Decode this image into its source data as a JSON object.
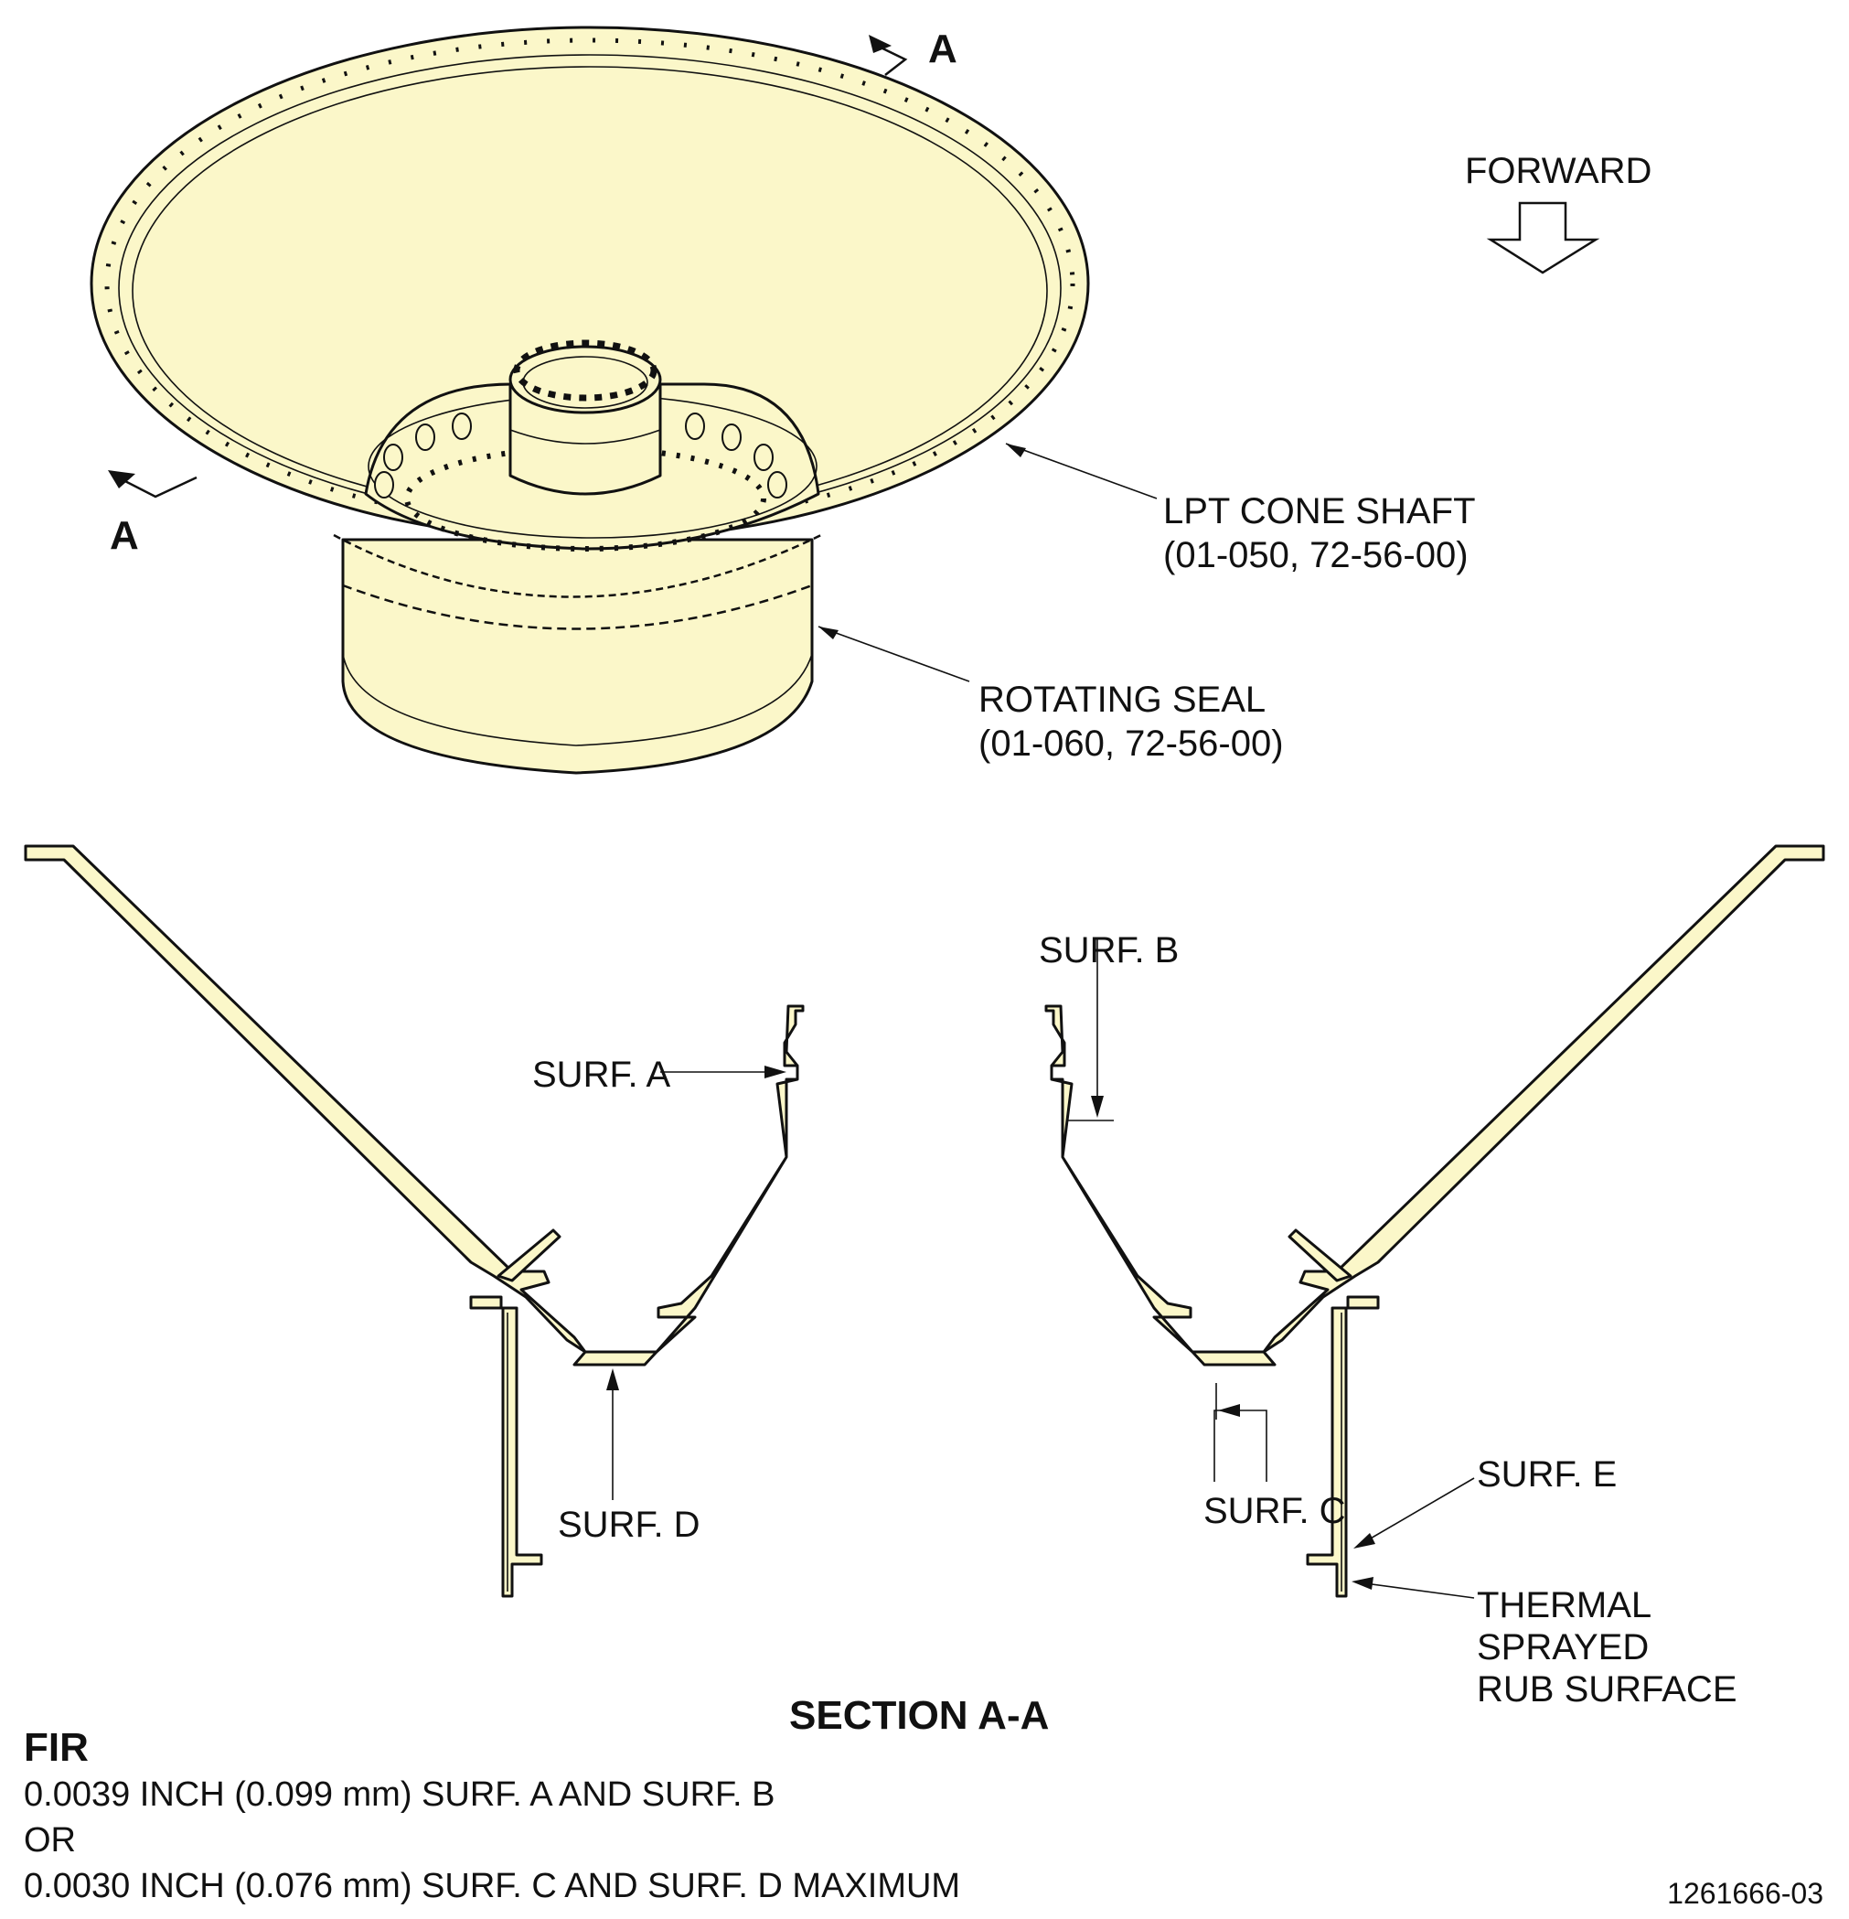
{
  "section_marker": "A",
  "forward_label": "FORWARD",
  "parts": {
    "cone_shaft_name": "LPT CONE SHAFT",
    "cone_shaft_ref": "(01-050, 72-56-00)",
    "rotating_seal_name": "ROTATING SEAL",
    "rotating_seal_ref": "(01-060, 72-56-00)"
  },
  "surfaces": {
    "a": "SURF. A",
    "b": "SURF. B",
    "c": "SURF. C",
    "d": "SURF. D",
    "e": "SURF. E"
  },
  "rub_surface": [
    "THERMAL",
    "SPRAYED",
    "RUB SURFACE"
  ],
  "section_title": "SECTION A-A",
  "notes": {
    "heading": "FIR",
    "lines": [
      "0.0039 INCH (0.099 mm) SURF.  A AND SURF. B",
      "OR",
      "0.0030 INCH (0.076 mm) SURF. C AND SURF. D MAXIMUM"
    ]
  },
  "doc_number": "1261666-03",
  "colors": {
    "part_fill": "#fbf7c9",
    "line": "#111111"
  }
}
